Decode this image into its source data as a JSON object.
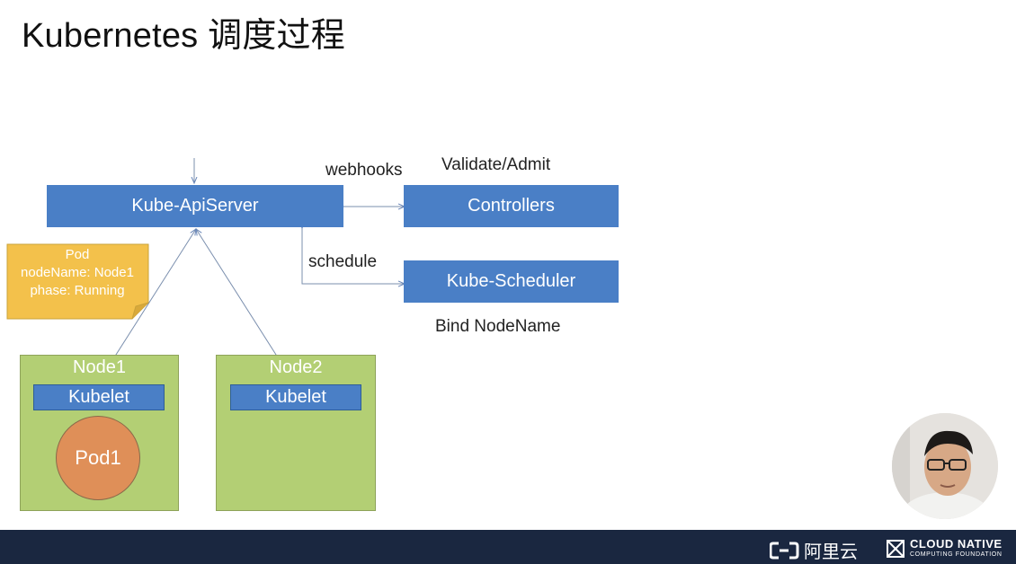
{
  "title": "Kubernetes 调度过程",
  "diagram": {
    "apiserver": "Kube-ApiServer",
    "controllers": "Controllers",
    "scheduler": "Kube-Scheduler",
    "webhooks": "webhooks",
    "validate_admit": "Validate/Admit",
    "schedule": "schedule",
    "bind_nodename": "Bind NodeName",
    "pod_note": [
      "Pod",
      "nodeName: Node1",
      "phase: Running"
    ],
    "nodes": [
      {
        "label": "Node1",
        "kubelet": "Kubelet",
        "pod": "Pod1"
      },
      {
        "label": "Node2",
        "kubelet": "Kubelet"
      }
    ],
    "colors": {
      "box": "#4a7fc6",
      "node": "#b3cf74",
      "pod": "#df8f58",
      "note": "#f3c14b",
      "footer": "#1a2740"
    }
  },
  "footer": {
    "alibaba_text": "阿里云",
    "cncf_line1": "CLOUD NATIVE",
    "cncf_line2": "COMPUTING FOUNDATION"
  }
}
